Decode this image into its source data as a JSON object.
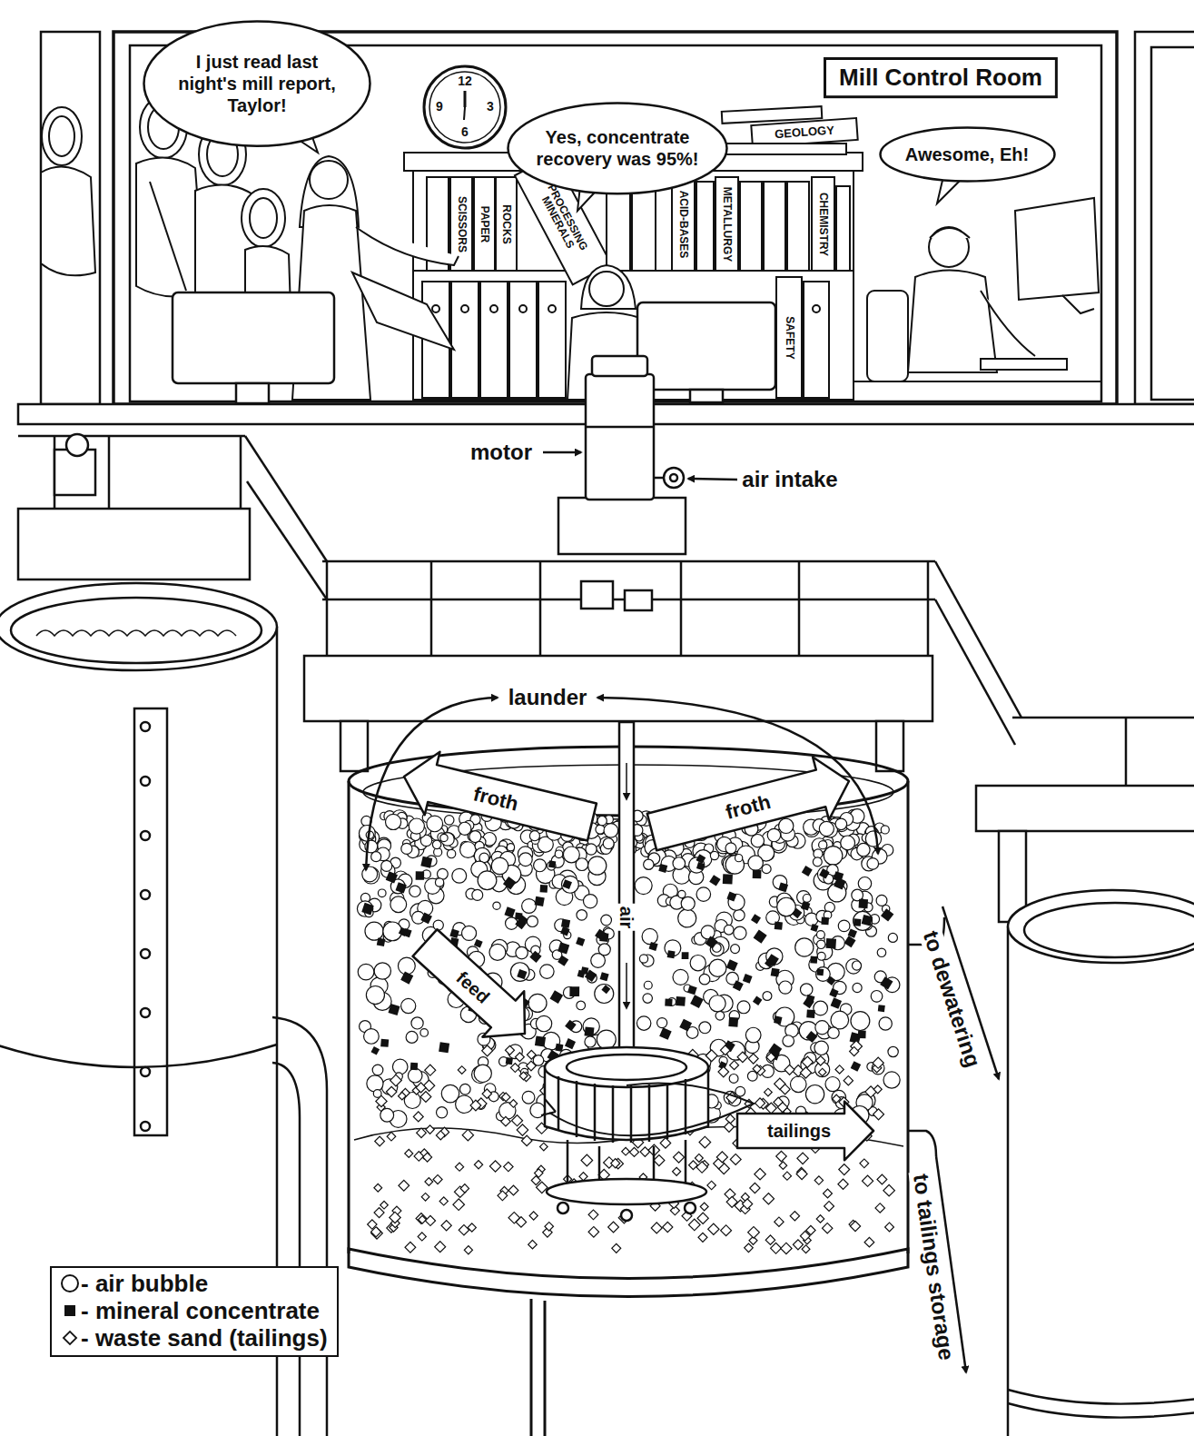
{
  "diagram": {
    "nodes": [
      {
        "text": [
          "I just read last night's mill report, Taylor!"
        ]
      },
      {
        "text": [
          "Mill Control Room"
        ]
      },
      {
        "text": [
          "Yes, concentrate recovery was 95%!"
        ]
      },
      {
        "text": [
          "Awesome, Eh!"
        ]
      }
    ],
    "labels": [
      "12",
      "3",
      "6",
      "9",
      "GEOLOGY",
      "SCISSORS",
      "PAPER",
      "ROCKS",
      "PROCESSING MINERALS",
      "ACID-BASES",
      "METALLURGY",
      "CHEMISTRY",
      "SAFETY",
      "motor",
      "air intake",
      "launder",
      "froth",
      "froth",
      "air",
      "feed",
      "tailings",
      "to dewatering",
      "to tailings storage"
    ],
    "legend": [
      {
        "text": "- air bubble"
      },
      {
        "text": "- mineral concentrate"
      },
      {
        "text": "- waste sand (tailings)"
      }
    ]
  }
}
